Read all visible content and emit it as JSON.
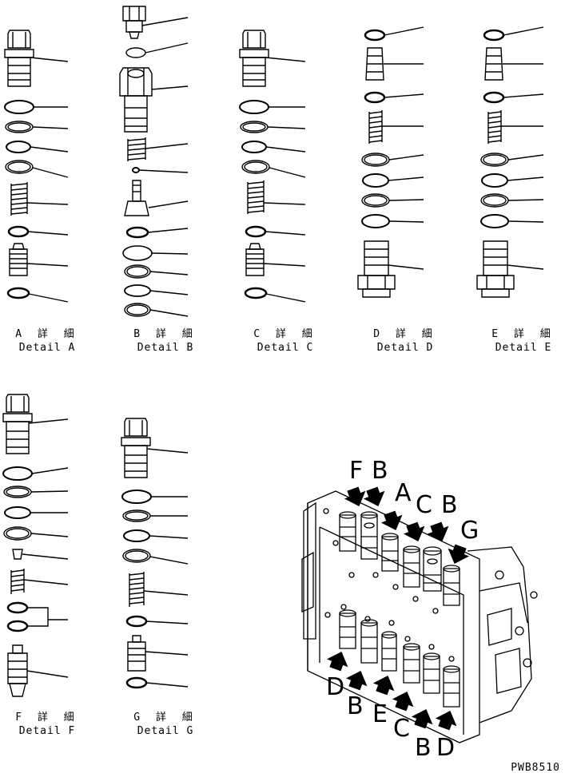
{
  "details": [
    {
      "id": "A",
      "ja": "A 詳 細",
      "en": "Detail A"
    },
    {
      "id": "B",
      "ja": "B 詳 細",
      "en": "Detail B"
    },
    {
      "id": "C",
      "ja": "C 詳 細",
      "en": "Detail C"
    },
    {
      "id": "D",
      "ja": "D 詳 細",
      "en": "Detail D"
    },
    {
      "id": "E",
      "ja": "E 詳 細",
      "en": "Detail E"
    },
    {
      "id": "F",
      "ja": "F 詳 細",
      "en": "Detail F"
    },
    {
      "id": "G",
      "ja": "G 詳 細",
      "en": "Detail G"
    }
  ],
  "callouts": {
    "top": [
      "F",
      "B",
      "A",
      "C",
      "B",
      "G"
    ],
    "bottom": [
      "D",
      "B",
      "E",
      "C",
      "B",
      "D"
    ]
  },
  "drawing_number": "PWB8510"
}
